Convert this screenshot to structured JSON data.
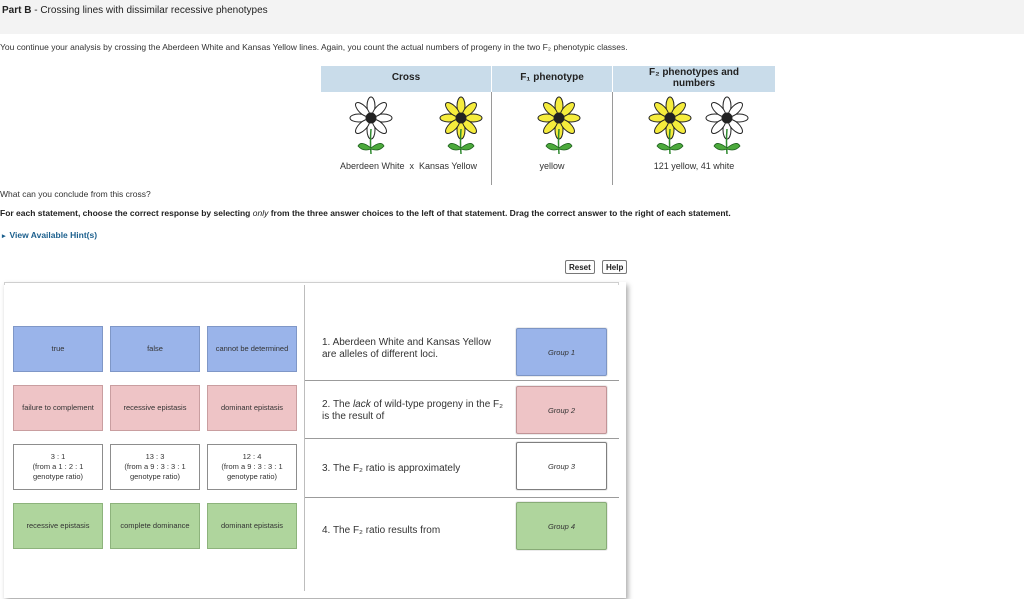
{
  "part": {
    "prefix": "Part B",
    "title": " - Crossing lines with dissimilar recessive phenotypes"
  },
  "intro": "You continue your analysis by crossing the Aberdeen White and Kansas Yellow lines. Again, you count the actual numbers of progeny in the two F₂ phenotypic classes.",
  "cross_table": {
    "headers": {
      "cross": "Cross",
      "f1": "F₁ phenotype",
      "f2_line1": "F₂ phenotypes and",
      "f2_line2": "numbers"
    },
    "parent1": "Aberdeen White",
    "times": "x",
    "parent2": "Kansas Yellow",
    "f1_value": "yellow",
    "f2_value": "121 yellow, 41 white"
  },
  "question": "What can you conclude from this cross?",
  "instructions": {
    "part1": "For each statement, choose the correct response by selecting ",
    "emph": "only",
    "part2": " from the three answer choices to the left of that statement. Drag the correct answer to the right of each statement."
  },
  "hint_label": "View Available Hint(s)",
  "buttons": {
    "reset": "Reset",
    "help": "Help"
  },
  "choices": {
    "row1": [
      "true",
      "false",
      "cannot be determined"
    ],
    "row2": [
      "failure to complement",
      "recessive epistasis",
      "dominant epistasis"
    ],
    "row3": [
      {
        "l1": "3 : 1",
        "l2": "(from a 1 : 2 : 1",
        "l3": "genotype ratio)"
      },
      {
        "l1": "13 : 3",
        "l2": "(from a 9 : 3 : 3 : 1",
        "l3": "genotype ratio)"
      },
      {
        "l1": "12 : 4",
        "l2": "(from a 9 : 3 : 3 : 1",
        "l3": "genotype ratio)"
      }
    ],
    "row4": [
      "recessive epistasis",
      "complete dominance",
      "dominant epistasis"
    ]
  },
  "statements": {
    "s1": "1. Aberdeen White and Kansas Yellow are alleles of different loci.",
    "s2a": "2. The ",
    "s2b": "lack",
    "s2c": " of wild-type progeny in the F₂ is the result of",
    "s3": "3. The F₂ ratio is approximately",
    "s4": "4. The F₂ ratio results from"
  },
  "groups": [
    "Group 1",
    "Group 2",
    "Group 3",
    "Group 4"
  ],
  "colors": {
    "blue": "#9ab4ea",
    "pink": "#eec4c6",
    "green": "#afd59d",
    "header": "#c9dcea",
    "link": "#1b5f8d"
  },
  "icons": {
    "white_flower": "white-daisy-icon",
    "yellow_flower": "yellow-daisy-icon"
  }
}
